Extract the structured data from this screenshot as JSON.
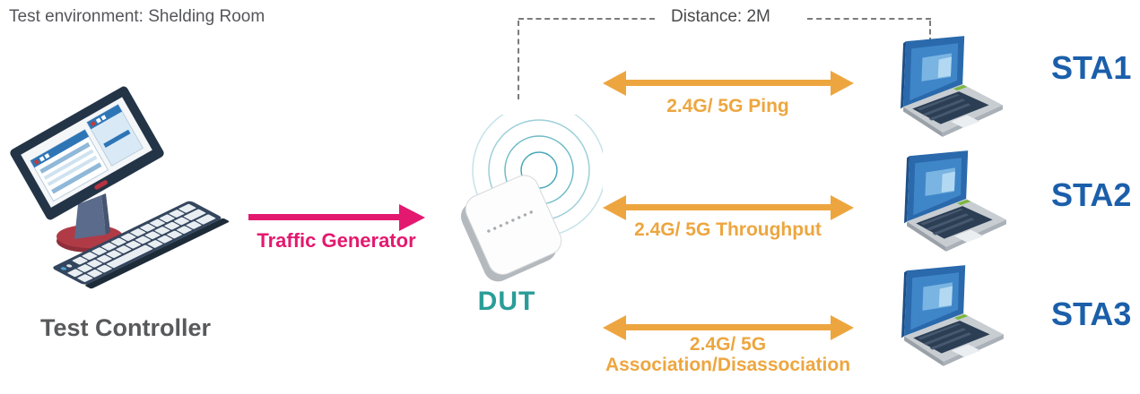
{
  "labels": {
    "environment": "Test environment: Shelding Room",
    "distance": "Distance: 2M"
  },
  "nodes": {
    "controller": {
      "label": "Test Controller",
      "icon": "desktop-computer-icon"
    },
    "dut": {
      "label": "DUT",
      "icon": "wifi-router-icon"
    },
    "stations": [
      {
        "label": "STA1",
        "icon": "laptop-icon"
      },
      {
        "label": "STA2",
        "icon": "laptop-icon"
      },
      {
        "label": "STA3",
        "icon": "laptop-icon"
      }
    ]
  },
  "links": {
    "traffic": {
      "from": "Test Controller",
      "to": "DUT",
      "label": "Traffic Generator",
      "direction": "one-way",
      "color": "#e3196f"
    },
    "ping": {
      "from": "DUT",
      "to": "STA1",
      "label": "2.4G/ 5G Ping",
      "direction": "two-way",
      "color": "#eda63f"
    },
    "throughput": {
      "from": "DUT",
      "to": "STA2",
      "label": "2.4G/ 5G Throughput",
      "direction": "two-way",
      "color": "#eda63f"
    },
    "association": {
      "from": "DUT",
      "to": "STA3",
      "label_line1": "2.4G/ 5G",
      "label_line2": "Association/Disassociation",
      "direction": "two-way",
      "color": "#eda63f"
    }
  },
  "colors": {
    "arrow_orange": "#eda63f",
    "arrow_pink": "#e3196f",
    "dut_teal": "#2a9d98",
    "sta_blue": "#1b5faa",
    "text_gray": "#58595b",
    "dash_gray": "#7b7b7b"
  }
}
